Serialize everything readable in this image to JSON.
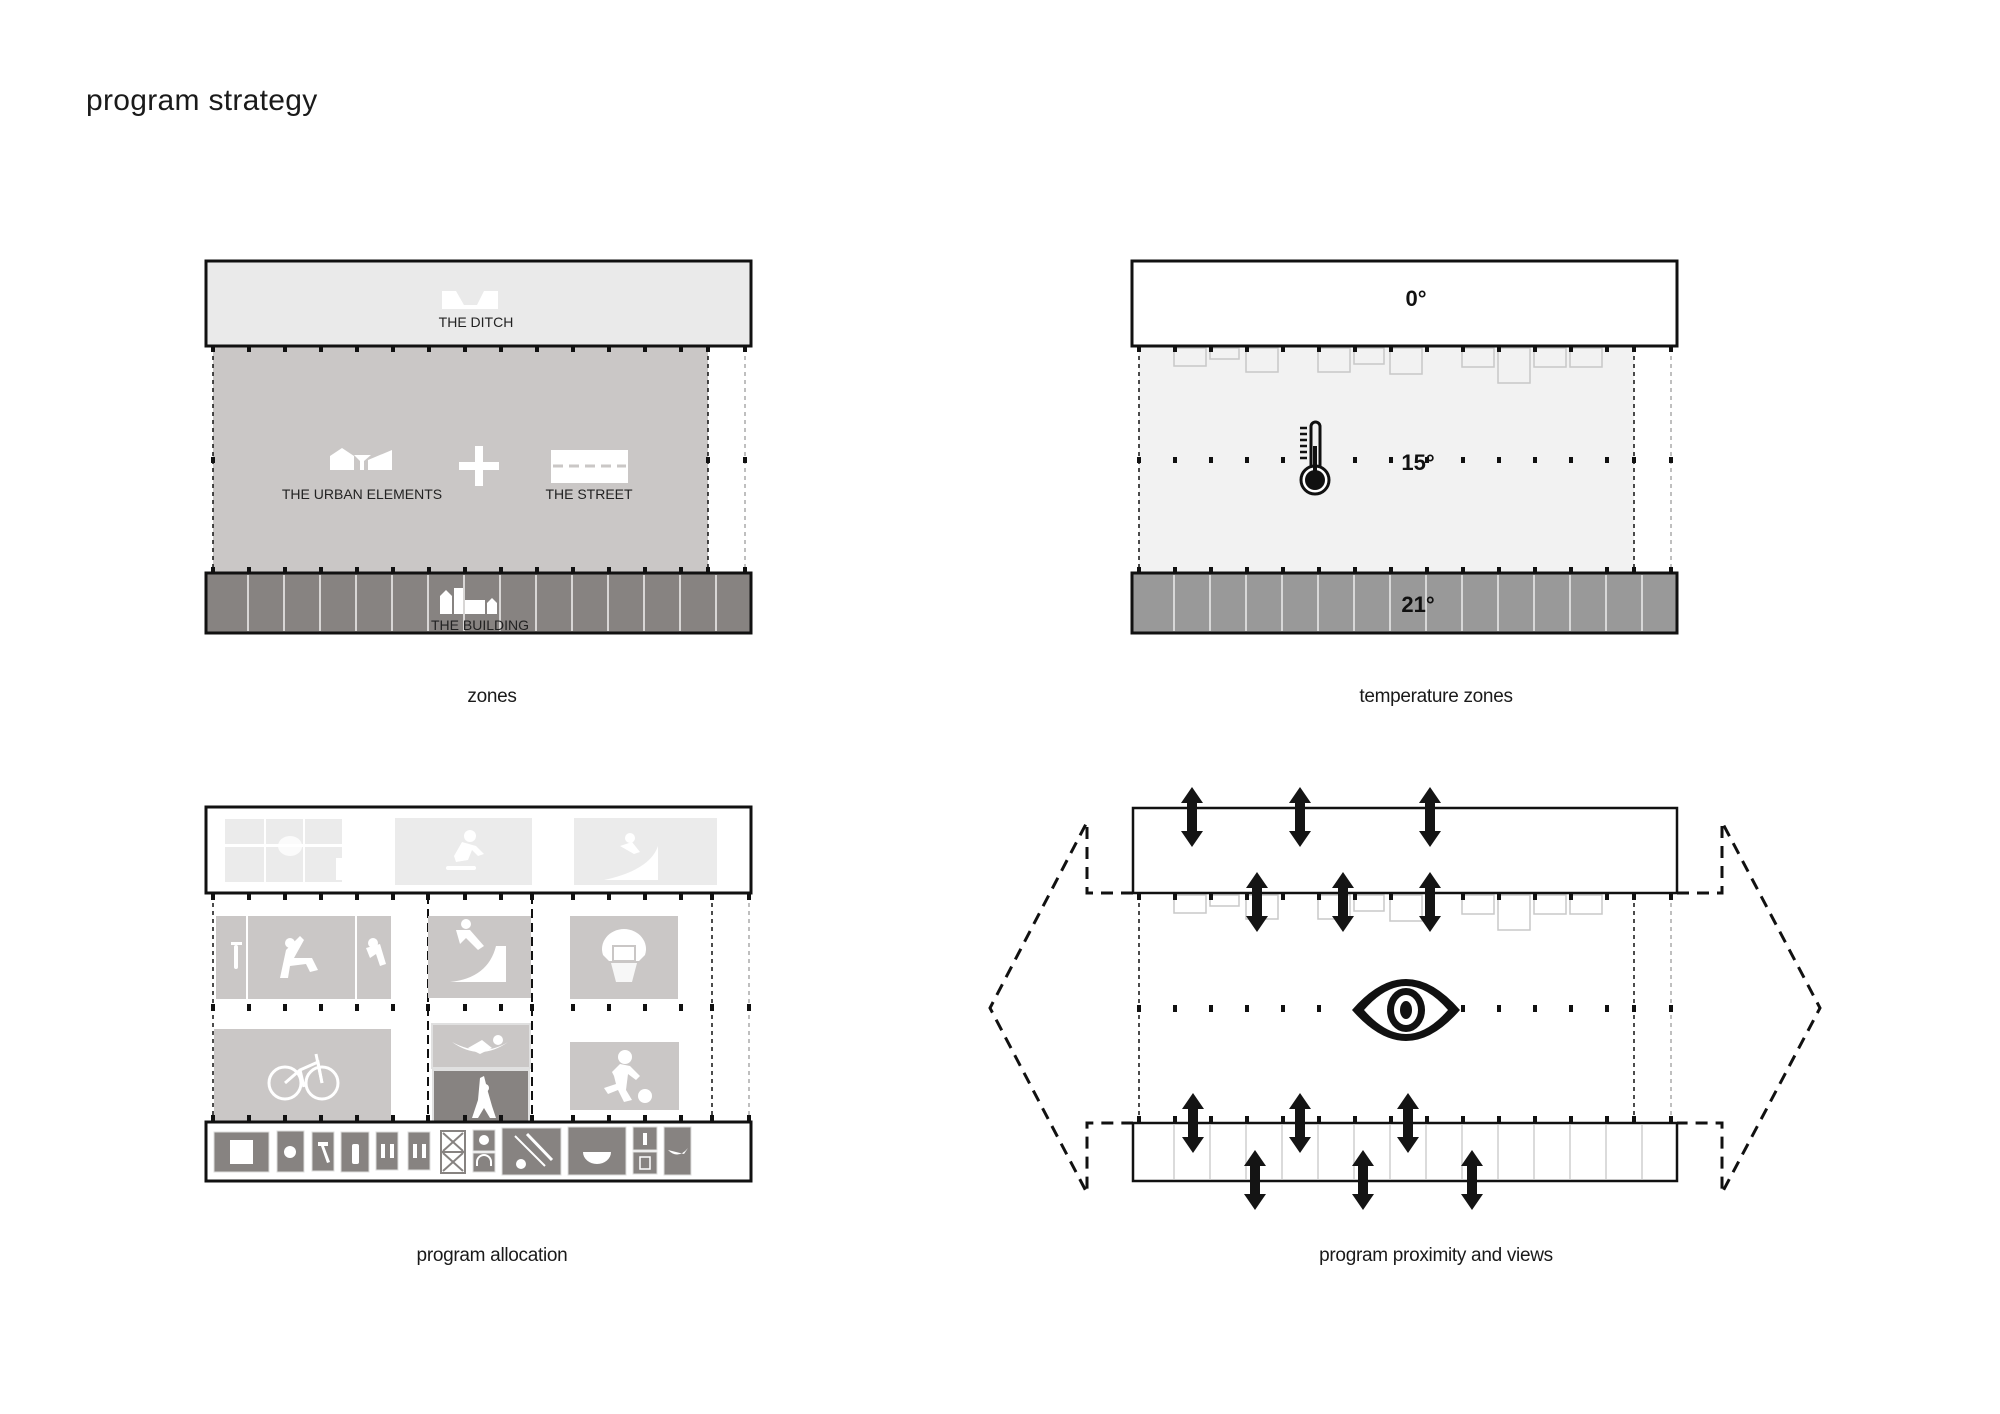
{
  "page": {
    "title": "program strategy"
  },
  "panels": {
    "zones": {
      "caption": "zones",
      "labels": {
        "ditch": "THE DITCH",
        "urban": "THE URBAN ELEMENTS",
        "plus": "+",
        "street": "THE STREET",
        "building": "THE BUILDING"
      },
      "colors": {
        "ditch": "#eaeaea",
        "middle": "#cac7c6",
        "building": "#878381"
      }
    },
    "temperature": {
      "caption": "temperature zones",
      "labels": {
        "top": "0°",
        "middle": "15°",
        "bottom": "21°"
      },
      "icon": "thermometer-icon",
      "colors": {
        "top": "#ffffff",
        "middle": "#f2f2f2",
        "bottom": "#999999"
      }
    },
    "allocation": {
      "caption": "program allocation",
      "top_programs": [
        "hammock",
        "bike",
        "skater",
        "soccer",
        "basketball",
        "spray-can",
        "skateboard",
        "snowboard-ramp"
      ],
      "middle_programs": [
        "pull-up",
        "gym",
        "climbing",
        "snowboard-ramp",
        "basketball",
        "bmx-bike",
        "hammock",
        "dance",
        "soccer"
      ],
      "building_programs": [
        "storage",
        "gear",
        "hammer",
        "spray-can",
        "toilets",
        "toilets",
        "void",
        "dj",
        "headphones",
        "skis-disco",
        "food",
        "info",
        "exit",
        "hammock"
      ]
    },
    "proximity": {
      "caption": "program proximity and views",
      "icon": "eye-icon"
    }
  }
}
